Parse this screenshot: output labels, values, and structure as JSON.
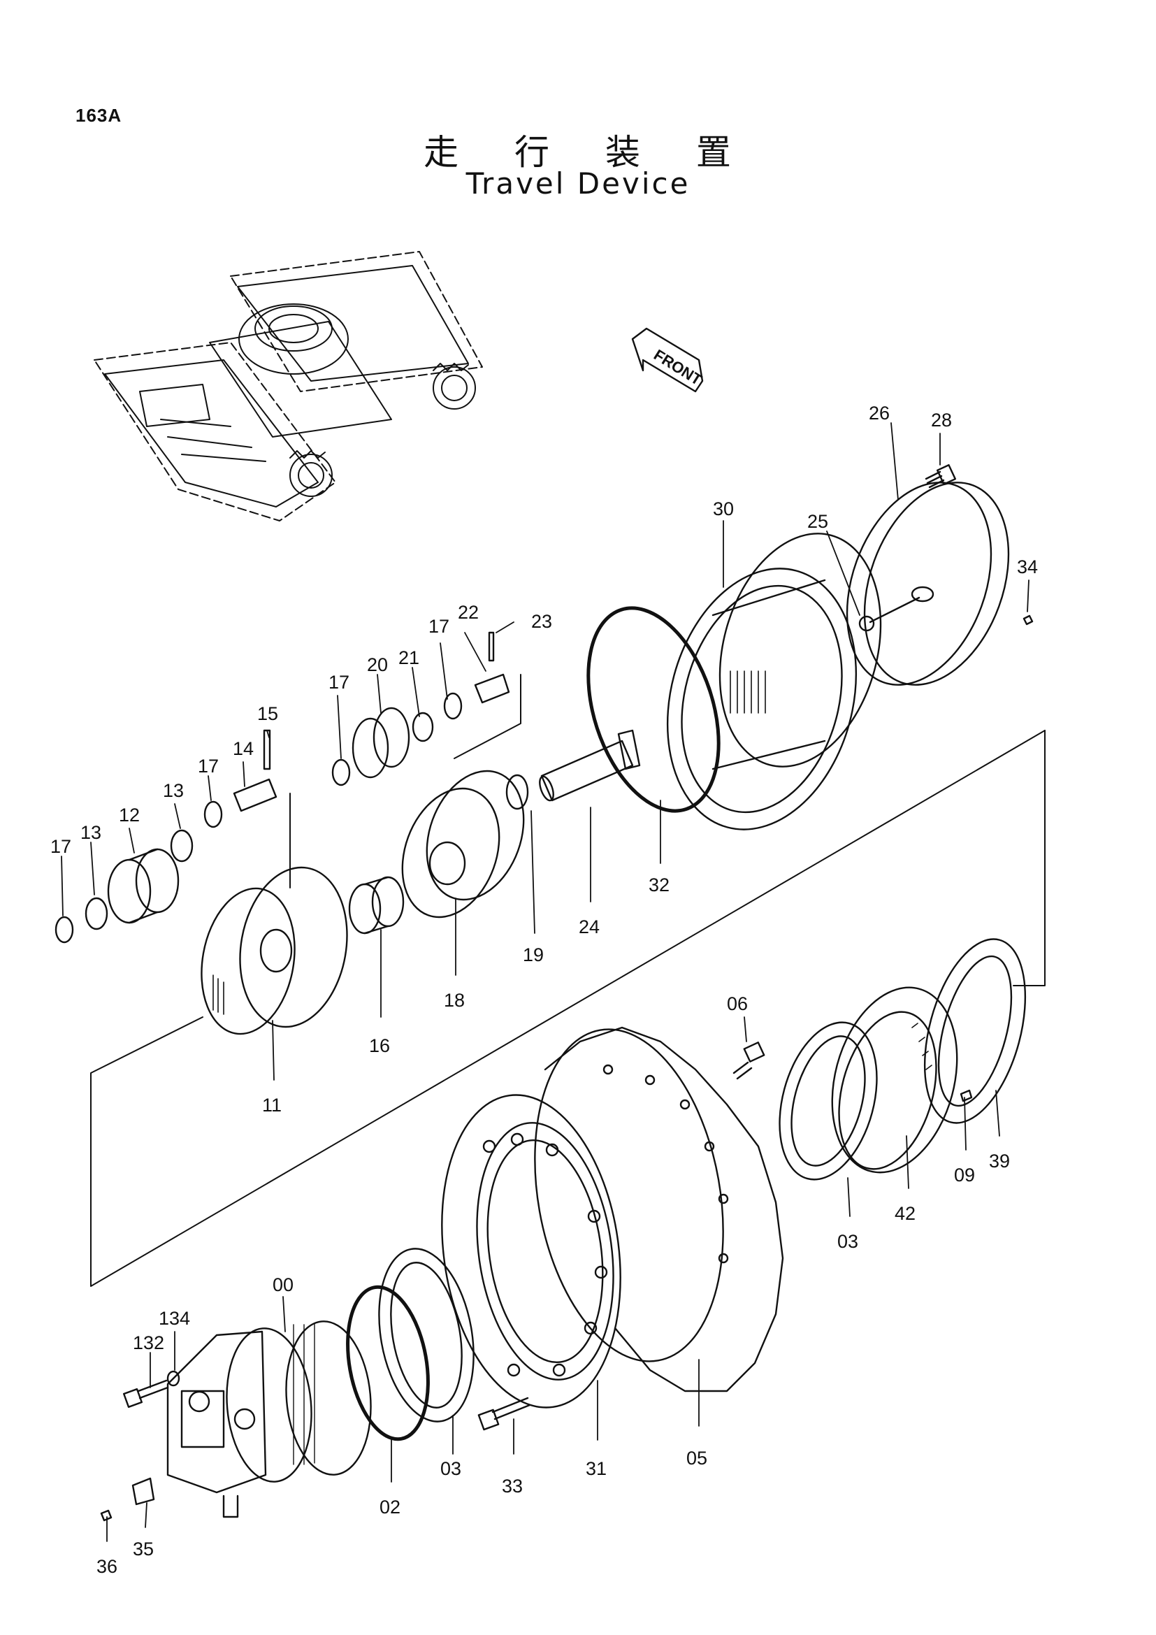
{
  "header": {
    "page_number": "163A",
    "title_ja": "走 行 装 置",
    "title_en": "Travel Device"
  },
  "front_arrow": "FRONT",
  "part_numbers": [
    "00",
    "02",
    "03",
    "03",
    "05",
    "06",
    "09",
    "11",
    "12",
    "13",
    "13",
    "14",
    "15",
    "16",
    "17",
    "17",
    "17",
    "17",
    "18",
    "19",
    "20",
    "21",
    "22",
    "23",
    "24",
    "25",
    "26",
    "28",
    "30",
    "31",
    "32",
    "33",
    "34",
    "35",
    "36",
    "39",
    "42",
    "132",
    "134"
  ],
  "colors": {
    "ink": "#111111",
    "paper": "#ffffff"
  }
}
